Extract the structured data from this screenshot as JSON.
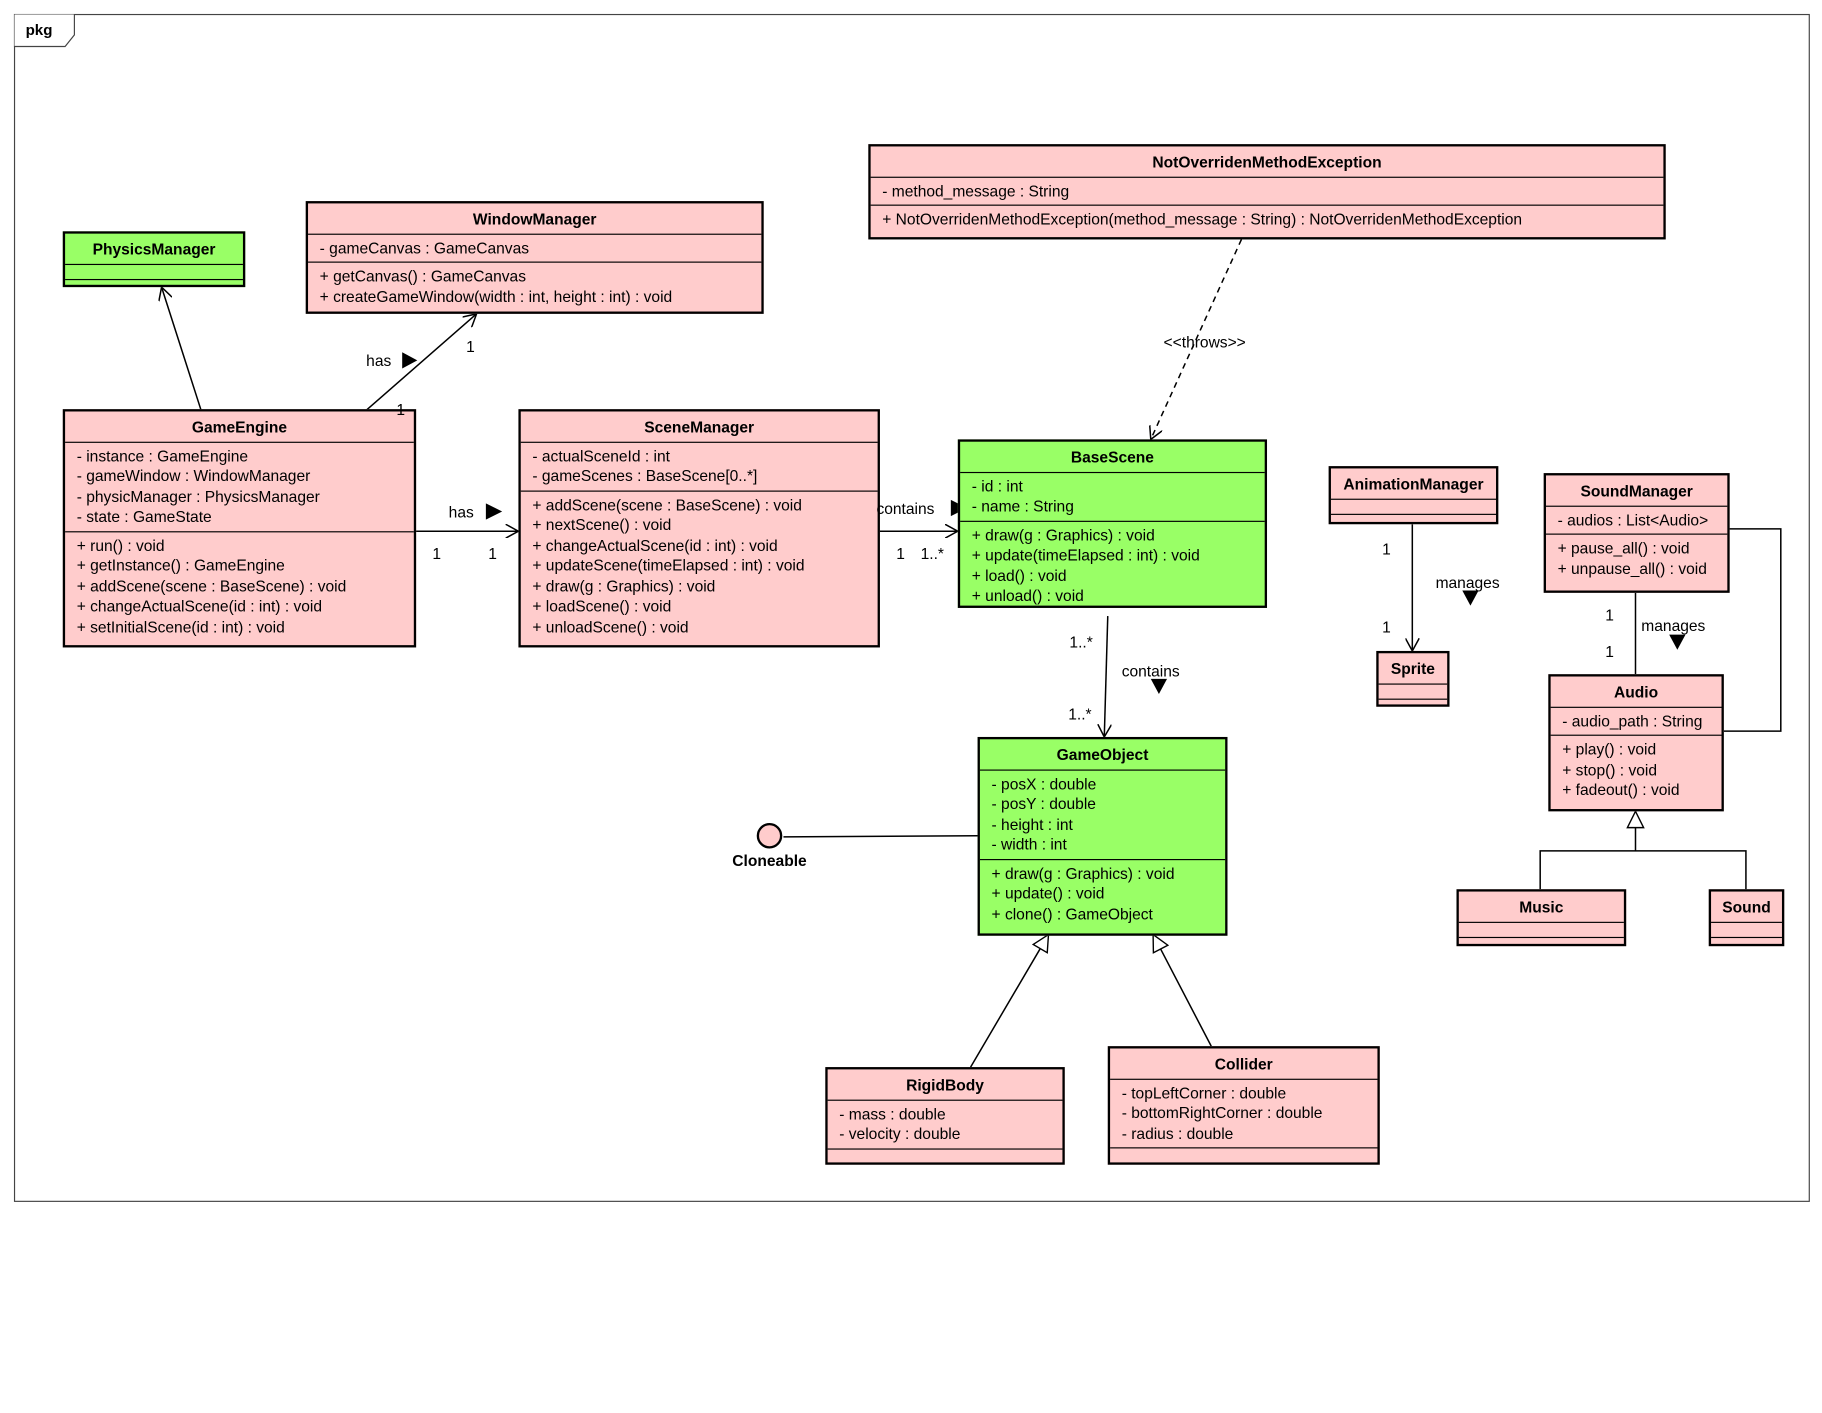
{
  "frame_label": "pkg",
  "classes": {
    "physics_manager": {
      "name": "PhysicsManager",
      "attributes": [],
      "operations": []
    },
    "window_manager": {
      "name": "WindowManager",
      "attributes": [
        "- gameCanvas : GameCanvas"
      ],
      "operations": [
        "+ getCanvas() : GameCanvas",
        "+ createGameWindow(width : int, height : int) : void"
      ]
    },
    "game_engine": {
      "name": "GameEngine",
      "attributes": [
        "- instance : GameEngine",
        "- gameWindow : WindowManager",
        "- physicManager : PhysicsManager",
        "- state : GameState"
      ],
      "operations": [
        "+ run() : void",
        "+ getInstance() : GameEngine",
        "+ addScene(scene : BaseScene) : void",
        "+ changeActualScene(id : int) : void",
        "+ setInitialScene(id : int) : void"
      ]
    },
    "scene_manager": {
      "name": "SceneManager",
      "attributes": [
        "- actualSceneId : int",
        "- gameScenes : BaseScene[0..*]"
      ],
      "operations": [
        "+ addScene(scene : BaseScene) : void",
        "+ nextScene() : void",
        "+ changeActualScene(id : int) : void",
        "+ updateScene(timeElapsed : int) : void",
        "+ draw(g : Graphics) : void",
        "+ loadScene() : void",
        "+ unloadScene() : void"
      ]
    },
    "not_overriden_exception": {
      "name": "NotOverridenMethodException",
      "attributes": [
        "- method_message : String"
      ],
      "operations": [
        "+ NotOverridenMethodException(method_message : String) : NotOverridenMethodException"
      ]
    },
    "base_scene": {
      "name": "BaseScene",
      "attributes": [
        "- id : int",
        "- name : String"
      ],
      "operations": [
        "+ draw(g : Graphics) : void",
        "+ update(timeElapsed : int) : void",
        "+ load() : void",
        "+ unload() : void"
      ]
    },
    "animation_manager": {
      "name": "AnimationManager",
      "attributes": [],
      "operations": []
    },
    "sprite": {
      "name": "Sprite",
      "attributes": [],
      "operations": []
    },
    "sound_manager": {
      "name": "SoundManager",
      "attributes": [
        "- audios : List<Audio>"
      ],
      "operations": [
        "+ pause_all() : void",
        "+ unpause_all() : void"
      ]
    },
    "audio": {
      "name": "Audio",
      "attributes": [
        "- audio_path : String"
      ],
      "operations": [
        "+ play() : void",
        "+ stop() : void",
        "+ fadeout() : void"
      ]
    },
    "music": {
      "name": "Music",
      "attributes": [],
      "operations": []
    },
    "sound": {
      "name": "Sound",
      "attributes": [],
      "operations": []
    },
    "game_object": {
      "name": "GameObject",
      "attributes": [
        "- posX : double",
        "- posY : double",
        "- height : int",
        "- width : int"
      ],
      "operations": [
        "+ draw(g : Graphics) : void",
        "+ update() : void",
        "+ clone() : GameObject"
      ]
    },
    "rigid_body": {
      "name": "RigidBody",
      "attributes": [
        "- mass : double",
        "- velocity : double"
      ],
      "operations": []
    },
    "collider": {
      "name": "Collider",
      "attributes": [
        "- topLeftCorner : double",
        "- bottomRightCorner : double",
        "- radius : double"
      ],
      "operations": []
    }
  },
  "interface": {
    "name": "Cloneable"
  },
  "labels": {
    "has_window": "has",
    "has_window_mult_engine": "1",
    "has_window_mult_window": "1",
    "has_scene": "has",
    "has_scene_mult_engine": "1",
    "has_scene_mult_manager": "1",
    "contains_scene": "contains",
    "contains_scene_mult_manager": "1",
    "contains_scene_mult_scene": "1..*",
    "throws": "<<throws>>",
    "contains_object": "contains",
    "contains_object_mult_scene": "1..*",
    "contains_object_mult_object": "1..*",
    "manages_sprite": "manages",
    "manages_sprite_mult_anim": "1",
    "manages_sprite_mult_sprite": "1",
    "manages_audio": "manages",
    "manages_audio_mult_sound": "1",
    "manages_audio_mult_audio": "1"
  },
  "colors": {
    "class_fill": "#ffcccc",
    "highlight_fill": "#99ff66",
    "line": "#000000"
  }
}
